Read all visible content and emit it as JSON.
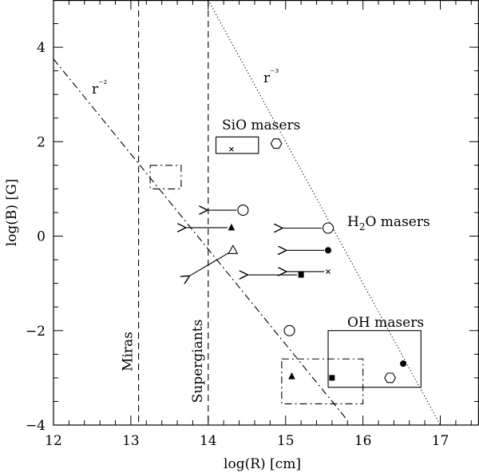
{
  "chart_data": {
    "type": "scatter",
    "xlabel": "log(R) [cm]",
    "ylabel": "log(B) [G]",
    "xlim": [
      12,
      17.5
    ],
    "ylim": [
      -4,
      5
    ],
    "x_ticks": [
      "12",
      "13",
      "14",
      "15",
      "16",
      "17"
    ],
    "y_ticks": [
      "-4",
      "-2",
      "0",
      "2",
      "4"
    ],
    "reference_lines": [
      {
        "label": "r⁻²",
        "slope": -2,
        "style": "dash-dot",
        "points": [
          [
            12,
            3.75
          ],
          [
            15.8,
            -3.9
          ]
        ]
      },
      {
        "label": "r⁻³",
        "slope": -3,
        "style": "dotted",
        "points": [
          [
            14.0,
            5.0
          ],
          [
            17.0,
            -4.0
          ]
        ]
      }
    ],
    "vertical_lines": [
      {
        "label": "Miras",
        "x": 13.1,
        "style": "dashed"
      },
      {
        "label": "Supergiants",
        "x": 14.0,
        "style": "dashed"
      }
    ],
    "regions": [
      {
        "label": "SiO masers",
        "x": [
          14.1,
          14.65
        ],
        "y": [
          1.75,
          2.1
        ],
        "style": "solid",
        "marker": "cross",
        "marker_xy": [
          14.3,
          1.84
        ]
      },
      {
        "label": "",
        "x": [
          13.25,
          13.65
        ],
        "y": [
          1.0,
          1.5
        ],
        "style": "dash-dot"
      },
      {
        "label": "OH masers",
        "x": [
          15.55,
          16.75
        ],
        "y": [
          -3.2,
          -2.0
        ],
        "style": "solid"
      },
      {
        "label": "",
        "x": [
          14.95,
          16.0
        ],
        "y": [
          -3.55,
          -2.6
        ],
        "style": "dash-dot"
      }
    ],
    "group_labels": [
      "SiO masers",
      "H₂O masers",
      "OH masers"
    ],
    "points": [
      {
        "marker": "open-hexagon",
        "x": 14.88,
        "y": 1.96
      },
      {
        "marker": "open-circle",
        "x": 14.45,
        "y": 0.55,
        "upper_limit_arrow_to": 13.98
      },
      {
        "marker": "filled-triangle",
        "x": 14.3,
        "y": 0.18,
        "upper_limit_arrow_to": 13.7
      },
      {
        "marker": "open-triangle",
        "x": 14.32,
        "y": -0.3,
        "arrow_to": [
          13.75,
          -0.85
        ]
      },
      {
        "marker": "open-circle",
        "x": 15.55,
        "y": 0.17,
        "upper_limit_arrow_to": 14.95
      },
      {
        "marker": "filled-circle",
        "x": 15.55,
        "y": -0.3,
        "upper_limit_arrow_to": 15.0
      },
      {
        "marker": "cross",
        "x": 15.55,
        "y": -0.75,
        "upper_limit_arrow_to": 15.0
      },
      {
        "marker": "filled-square",
        "x": 15.2,
        "y": -0.82,
        "upper_limit_arrow_to": 14.5
      },
      {
        "marker": "open-circle",
        "x": 15.05,
        "y": -2.0
      },
      {
        "marker": "filled-circle",
        "x": 16.52,
        "y": -2.7
      },
      {
        "marker": "open-hexagon",
        "x": 16.35,
        "y": -3.0
      },
      {
        "marker": "filled-triangle",
        "x": 15.08,
        "y": -2.97
      },
      {
        "marker": "filled-square",
        "x": 15.6,
        "y": -3.0
      }
    ]
  }
}
